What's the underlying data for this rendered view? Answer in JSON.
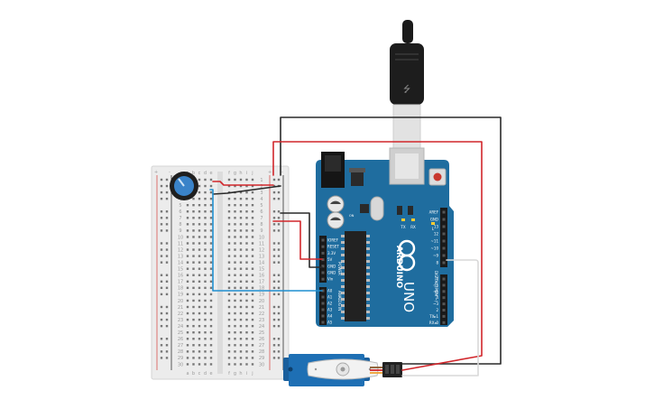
{
  "arduino": {
    "brand": "ARDUINO",
    "model": "UNO",
    "power_header_label": "POWER",
    "analog_header_label": "ANALOG IN",
    "digital_header_label": "DIGITAL (PWM ~)",
    "on_led_label": "ON",
    "tx_label": "TX",
    "rx_label": "RX",
    "l_label": "L",
    "power_pins": [
      "IOREF",
      "RESET",
      "3.3V",
      "5V",
      "GND",
      "GND",
      "Vin"
    ],
    "analog_pins": [
      "A0",
      "A1",
      "A2",
      "A3",
      "A4",
      "A5"
    ],
    "digital_pins_top": [
      "AREF",
      "GND",
      "13",
      "12",
      "~11",
      "~10",
      "~9",
      "8"
    ],
    "digital_pins_bottom": [
      "7",
      "~6",
      "~5",
      "4",
      "~3",
      "2",
      "TX▸1",
      "RX◂0"
    ]
  },
  "breadboard": {
    "col_letters_left": [
      "a",
      "b",
      "c",
      "d",
      "e"
    ],
    "col_letters_right": [
      "f",
      "g",
      "h",
      "i",
      "j"
    ],
    "row_numbers": [
      "1",
      "2",
      "3",
      "4",
      "5",
      "6",
      "7",
      "8",
      "9",
      "10",
      "11",
      "12",
      "13",
      "14",
      "15",
      "16",
      "17",
      "18",
      "19",
      "20",
      "21",
      "22",
      "23",
      "24",
      "25",
      "26",
      "27",
      "28",
      "29",
      "30"
    ],
    "rail_plus": "+",
    "rail_minus": "-"
  },
  "colors": {
    "arduino_blue": "#1f6d9f",
    "wire_red": "#d1262b",
    "wire_black": "#2a2a2a",
    "wire_blue": "#1f8fd0",
    "wire_white": "#d8d8d8",
    "breadboard": "#ececec",
    "servo_blue": "#1e6fb4"
  },
  "components": {
    "potentiometer": "potentiometer-icon",
    "servo": "servo-motor-icon",
    "usb_cable": "usb-cable-icon"
  }
}
